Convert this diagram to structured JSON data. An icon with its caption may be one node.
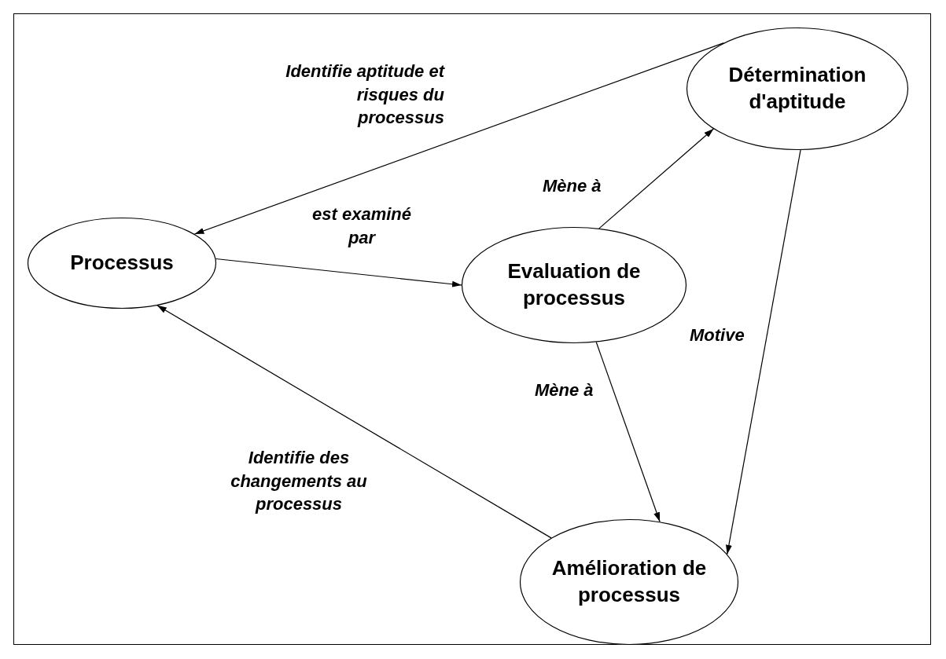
{
  "diagram": {
    "nodes": [
      {
        "text": [
          "Processus"
        ]
      },
      {
        "text": [
          "Evaluation de processus"
        ]
      },
      {
        "text": [
          "Détermination d'aptitude"
        ]
      },
      {
        "text": [
          "Amélioration de processus"
        ]
      }
    ],
    "edges": [
      {
        "from": 2,
        "to": 0,
        "arrow": "to",
        "label": "Identifie aptitude et risques du processus"
      },
      {
        "from": 0,
        "to": 1,
        "arrow": "to",
        "label": "est examiné par"
      },
      {
        "from": 1,
        "to": 2,
        "arrow": "to",
        "label": "Mène à"
      },
      {
        "from": 1,
        "to": 3,
        "arrow": "to",
        "label": "Mène à"
      },
      {
        "from": 2,
        "to": 3,
        "arrow": "to",
        "label": "Motive"
      },
      {
        "from": 3,
        "to": 0,
        "arrow": "to",
        "label": "Identifie des changements au processus"
      }
    ]
  }
}
